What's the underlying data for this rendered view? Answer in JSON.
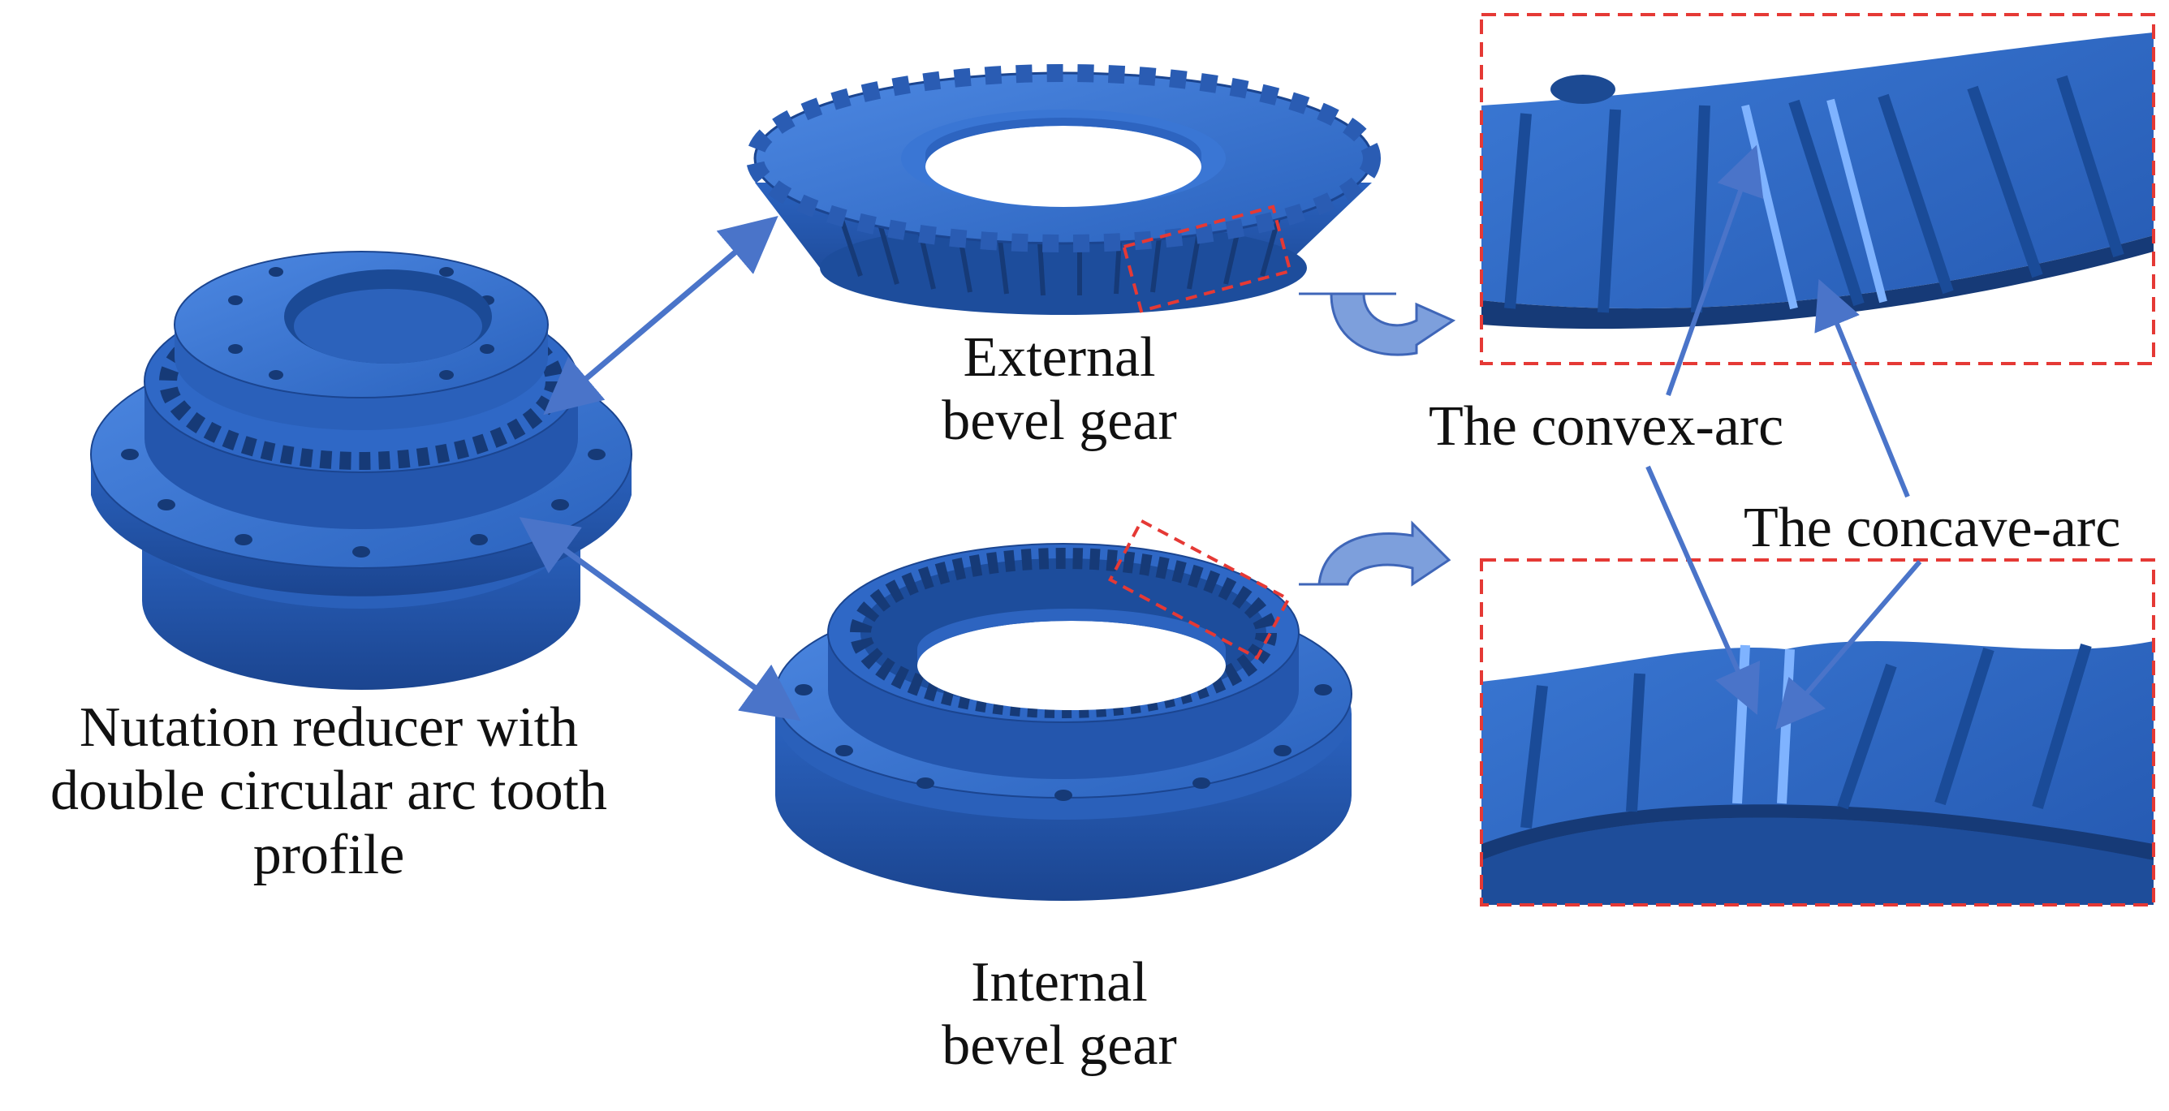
{
  "captions": {
    "reducer": [
      "Nutation reducer with",
      "double circular arc tooth",
      "profile"
    ],
    "external": [
      "External",
      "bevel gear"
    ],
    "internal": [
      "Internal",
      "bevel gear"
    ],
    "convex": "The convex-arc",
    "concave": "The concave-arc"
  },
  "colors": {
    "gear_face": "#2f6fd0",
    "gear_side": "#1f4f9e",
    "gear_dark": "#163a77",
    "gear_light": "#5b95e8",
    "arrow": "#4a74c9",
    "highlight": "#e53935"
  }
}
